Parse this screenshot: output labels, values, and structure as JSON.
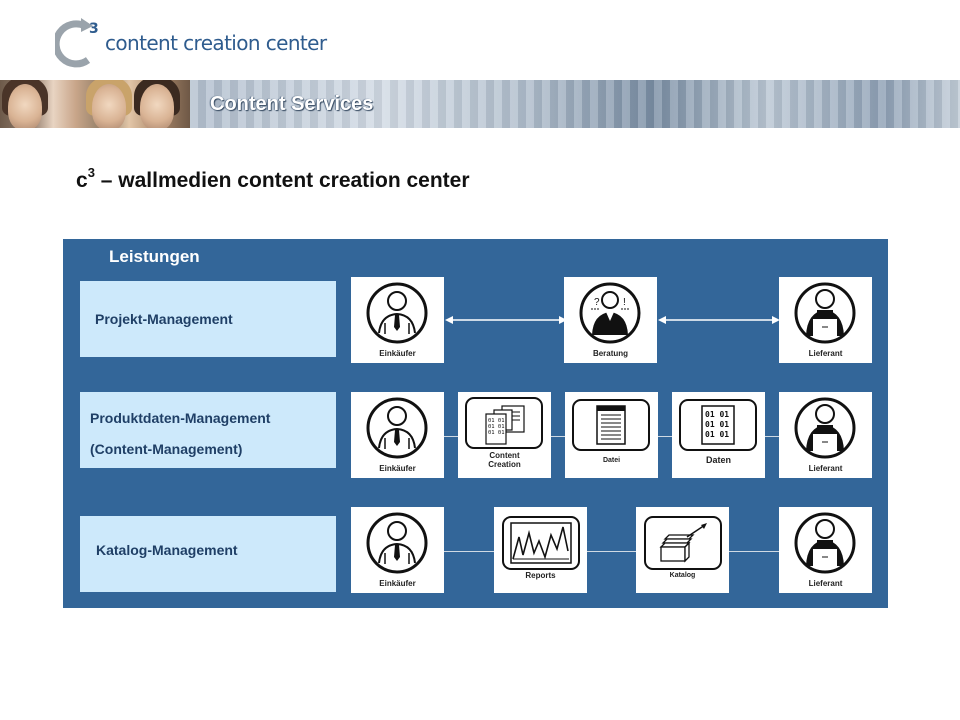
{
  "logo": {
    "superscript": "3",
    "text": "content creation center"
  },
  "banner": {
    "title": "Content Services"
  },
  "page_title": {
    "prefix": "c",
    "superscript": "3",
    "rest": " – wallmedien content creation center"
  },
  "panel": {
    "title": "Leistungen",
    "rows": [
      {
        "label_lines": [
          "Projekt-Management"
        ]
      },
      {
        "label_lines": [
          "Produktdaten-Management",
          "(Content-Management)"
        ]
      },
      {
        "label_lines": [
          "Katalog-Management"
        ]
      }
    ],
    "cards": {
      "r1": [
        "Einkäufer",
        "Beratung",
        "Lieferant"
      ],
      "r2": [
        "Einkäufer",
        "Content",
        "Creation",
        "Datei",
        "Daten",
        "Lieferant"
      ],
      "r3": [
        "Einkäufer",
        "Reports",
        "Katalog",
        "Lieferant"
      ],
      "binary_lines": [
        "01 01",
        "01 01",
        "01 01"
      ],
      "beratung_marks": [
        "?",
        "!"
      ]
    }
  },
  "colors": {
    "panel": "#336699",
    "service_box": "#cde9fb",
    "logo_blue": "#2f5c8e",
    "logo_gray": "#9aa3ab"
  },
  "icons": [
    "logo-c-icon",
    "person-tie-icon",
    "consultant-icon",
    "supplier-apron-icon",
    "content-creation-icon",
    "file-icon",
    "data-icon",
    "reports-chart-icon",
    "catalog-icon",
    "double-arrow-icon"
  ]
}
